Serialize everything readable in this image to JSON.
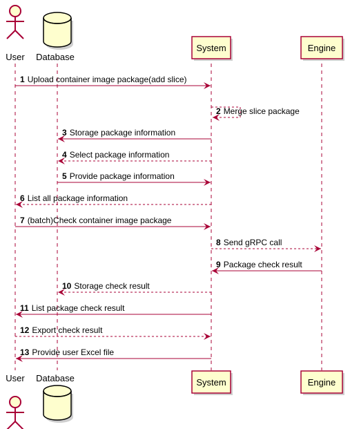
{
  "participants": [
    {
      "id": "user",
      "name": "User",
      "kind": "actor"
    },
    {
      "id": "db",
      "name": "Database",
      "kind": "database"
    },
    {
      "id": "system",
      "name": "System",
      "kind": "box"
    },
    {
      "id": "engine",
      "name": "Engine",
      "kind": "box"
    }
  ],
  "messages": [
    {
      "num": "1",
      "from": "user",
      "to": "system",
      "text": "Upload container image package(add slice)",
      "style": "solid"
    },
    {
      "num": "2",
      "from": "system",
      "to": "system",
      "text": "Merge slice package",
      "style": "dashed"
    },
    {
      "num": "3",
      "from": "system",
      "to": "db",
      "text": "Storage package information",
      "style": "solid"
    },
    {
      "num": "4",
      "from": "system",
      "to": "db",
      "text": "Select package information",
      "style": "dashed"
    },
    {
      "num": "5",
      "from": "db",
      "to": "system",
      "text": "Provide package information",
      "style": "solid"
    },
    {
      "num": "6",
      "from": "system",
      "to": "user",
      "text": "List all package information",
      "style": "dashed"
    },
    {
      "num": "7",
      "from": "user",
      "to": "system",
      "text": "(batch)Check container image package",
      "style": "solid"
    },
    {
      "num": "8",
      "from": "system",
      "to": "engine",
      "text": "Send gRPC call",
      "style": "dashed"
    },
    {
      "num": "9",
      "from": "engine",
      "to": "system",
      "text": "Package check result",
      "style": "solid"
    },
    {
      "num": "10",
      "from": "system",
      "to": "db",
      "text": "Storage check result",
      "style": "dashed"
    },
    {
      "num": "11",
      "from": "system",
      "to": "user",
      "text": "List package check result",
      "style": "solid"
    },
    {
      "num": "12",
      "from": "user",
      "to": "system",
      "text": "Export check result",
      "style": "dashed"
    },
    {
      "num": "13",
      "from": "system",
      "to": "user",
      "text": "Provide user Excel file",
      "style": "solid"
    }
  ],
  "colors": {
    "arrow": "#A80036",
    "participant_fill": "#FEFECE",
    "participant_border": "#A80036",
    "lifeline": "#A80036"
  }
}
